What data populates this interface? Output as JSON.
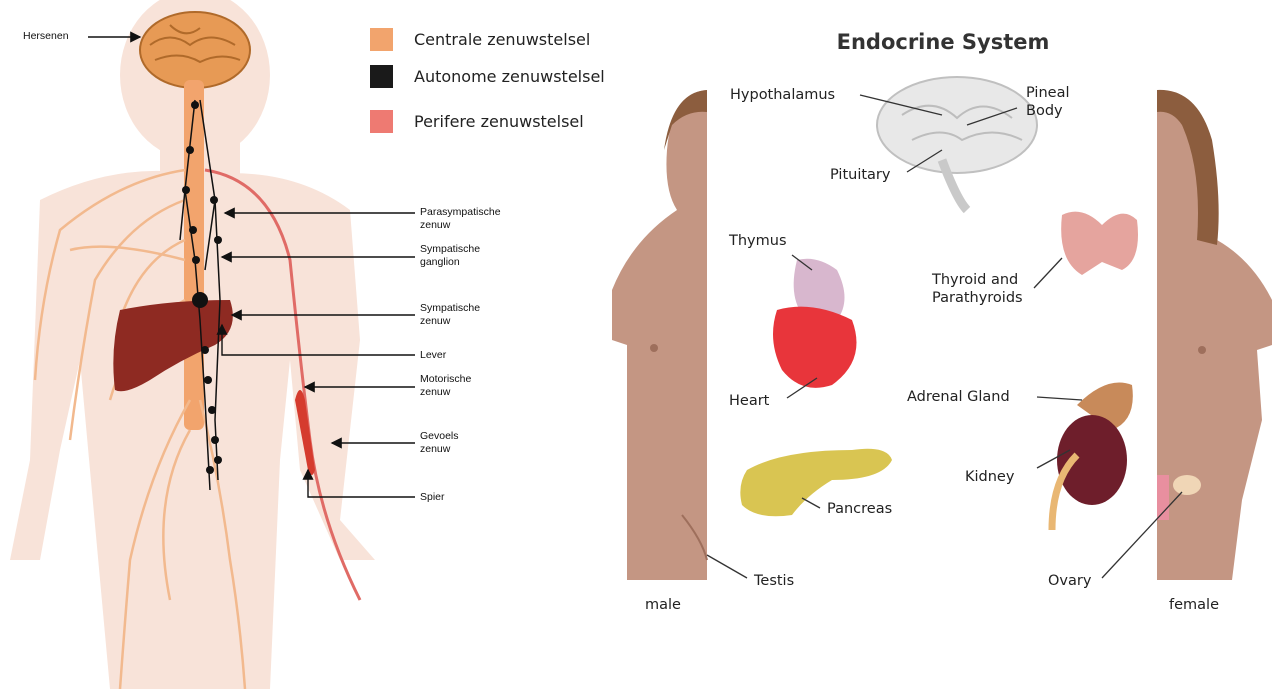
{
  "nervous_system": {
    "legend": [
      {
        "label": "Centrale zenuwstelsel",
        "color": "#F2A46D"
      },
      {
        "label": "Autonome zenuwstelsel",
        "color": "#1a1a1a"
      },
      {
        "label": "Perifere zenuwstelsel",
        "color": "#EE7A72"
      }
    ],
    "labels": {
      "hersenen": "Hersenen",
      "parasympathische_1": "Parasympatische",
      "parasympathische_2": "zenuw",
      "sympatische_ganglion_1": "Sympatische",
      "sympatische_ganglion_2": "ganglion",
      "sympatische_zenuw_1": "Sympatische",
      "sympatische_zenuw_2": "zenuw",
      "lever": "Lever",
      "motorische_1": "Motorische",
      "motorische_2": "zenuw",
      "gevoels_1": "Gevoels",
      "gevoels_2": "zenuw",
      "spier": "Spier"
    }
  },
  "endocrine_system": {
    "title": "Endocrine System",
    "labels": {
      "hypothalamus": "Hypothalamus",
      "pineal_1": "Pineal",
      "pineal_2": "Body",
      "pituitary": "Pituitary",
      "thymus": "Thymus",
      "thyroid_1": "Thyroid and",
      "thyroid_2": "Parathyroids",
      "heart": "Heart",
      "adrenal": "Adrenal Gland",
      "kidney": "Kidney",
      "pancreas": "Pancreas",
      "testis": "Testis",
      "ovary": "Ovary",
      "male": "male",
      "female": "female"
    }
  }
}
